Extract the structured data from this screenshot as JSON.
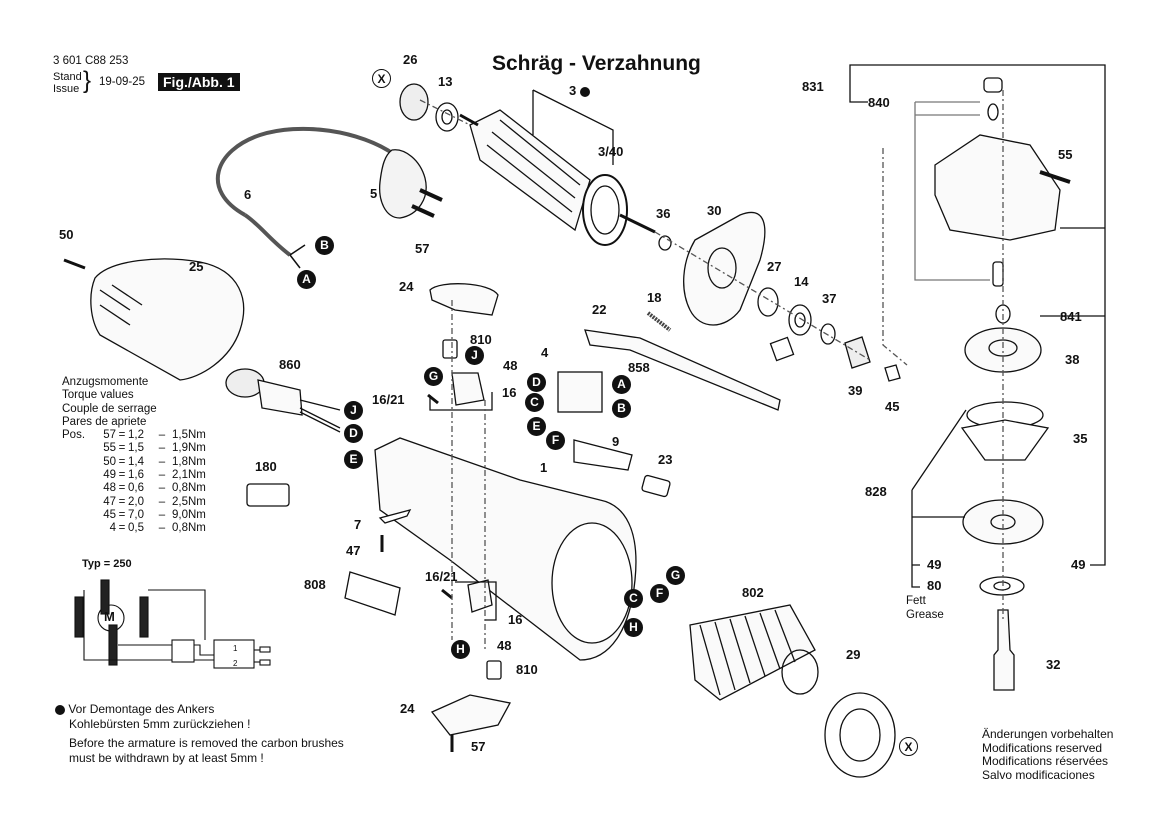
{
  "header": {
    "part_number": "3 601 C88 253",
    "stand_label": "Stand",
    "issue_label": "Issue",
    "brace": "}",
    "date": "19-09-25",
    "figure_label": "Fig./Abb. 1"
  },
  "title": "Schräg - Verzahnung",
  "part_labels": {
    "p26": "26",
    "p13": "13",
    "p3": "3",
    "p3_40": "3/40",
    "p36": "36",
    "p30": "30",
    "p6": "6",
    "p5": "5",
    "p50": "50",
    "p25": "25",
    "p57_top": "57",
    "p24_top": "24",
    "p810_top": "810",
    "p48_top": "48",
    "p16_top": "16",
    "p16_21_top": "16/21",
    "p860": "860",
    "p4": "4",
    "p858": "858",
    "p22": "22",
    "p18": "18",
    "p27": "27",
    "p14": "14",
    "p37": "37",
    "p39": "39",
    "p45": "45",
    "p9": "9",
    "p1": "1",
    "p23": "23",
    "p180": "180",
    "p7": "7",
    "p47": "47",
    "p808": "808",
    "p16_21_bot": "16/21",
    "p16_bot": "16",
    "p48_bot": "48",
    "p810_bot": "810",
    "p24_bot": "24",
    "p57_bot": "57",
    "p802": "802",
    "p29": "29",
    "p831": "831",
    "p840": "840",
    "p55": "55",
    "p841": "841",
    "p38": "38",
    "p35": "35",
    "p828": "828",
    "p49_left": "49",
    "p49_right": "49",
    "p80": "80",
    "p32": "32"
  },
  "connectors": {
    "A": "A",
    "B": "B",
    "C": "C",
    "D": "D",
    "E": "E",
    "F": "F",
    "G": "G",
    "H": "H",
    "J": "J",
    "X": "X"
  },
  "torque": {
    "heading": [
      "Anzugsmomente",
      "Torque values",
      "Couple de serrage",
      "Pares de apriete"
    ],
    "pos_label": "Pos.",
    "unit": "Nm",
    "rows": [
      {
        "pos": "57",
        "min": "1,2",
        "max": "1,5Nm"
      },
      {
        "pos": "55",
        "min": "1,5",
        "max": "1,9Nm"
      },
      {
        "pos": "50",
        "min": "1,4",
        "max": "1,8Nm"
      },
      {
        "pos": "49",
        "min": "1,6",
        "max": "2,1Nm"
      },
      {
        "pos": "48",
        "min": "0,6",
        "max": "0,8Nm"
      },
      {
        "pos": "47",
        "min": "2,0",
        "max": "2,5Nm"
      },
      {
        "pos": "45",
        "min": "7,0",
        "max": "9,0Nm"
      },
      {
        "pos": "4",
        "min": "0,5",
        "max": "0,8Nm"
      }
    ]
  },
  "wiring": {
    "type_label": "Typ = 250",
    "motor_label": "M",
    "switch_pos_1": "1",
    "switch_pos_2": "2"
  },
  "note": {
    "de_line1": "Vor Demontage des Ankers",
    "de_line2": "Kohlebürsten 5mm zurückziehen !",
    "en_line1": "Before the armature is removed the carbon brushes",
    "en_line2": "must be withdrawn by at least 5mm !"
  },
  "grease": {
    "de": "Fett",
    "en": "Grease"
  },
  "disclaimer": [
    "Änderungen vorbehalten",
    "Modifications reserved",
    "Modifications réservées",
    "Salvo modificaciones"
  ]
}
